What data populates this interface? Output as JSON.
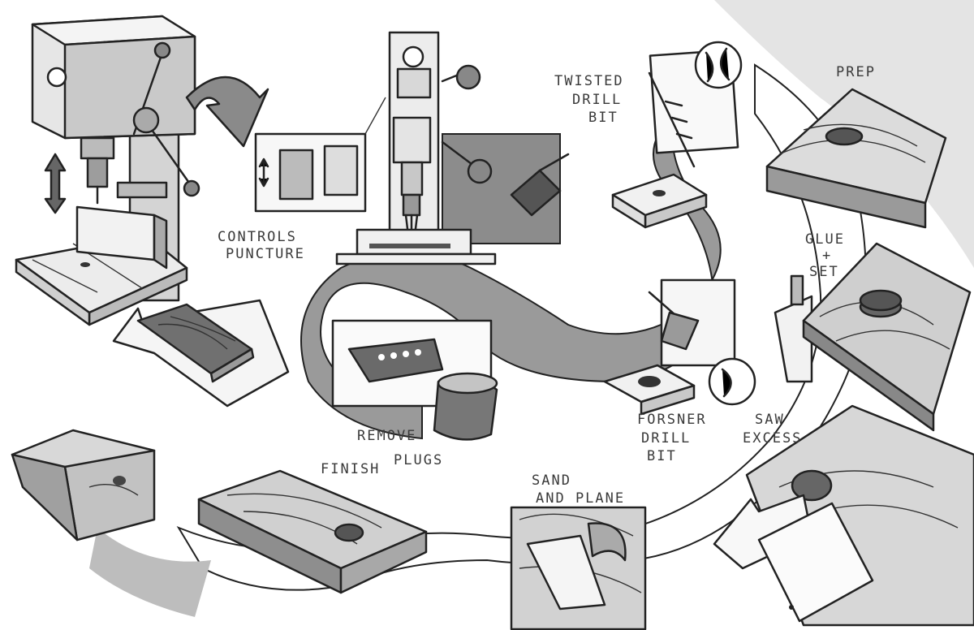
{
  "labels": {
    "twisted_drill_bit": [
      "TWISTED",
      "DRILL",
      "BIT"
    ],
    "prep": "PREP",
    "glue_set": [
      "GLUE",
      "+",
      "SET"
    ],
    "controls_puncture": [
      "CONTROLS",
      "PUNCTURE"
    ],
    "remove_plugs": [
      "REMOVE",
      "PLUGS"
    ],
    "forsner_drill_bit": [
      "FORSNER",
      "DRILL",
      "BIT"
    ],
    "saw_excess": [
      "SAW",
      "EXCESS"
    ],
    "finish": "FINISH",
    "sand_and_plane": [
      "SAND",
      "AND PLANE"
    ]
  },
  "colors": {
    "path_gray": "#9a9a9a",
    "panel_gray": "#8c8c8c",
    "wood_light": "#dcdcdc",
    "wood_mid": "#bdbdbd",
    "wood_dark": "#6e6e6e",
    "plug": "#555555",
    "ink": "#222222"
  }
}
